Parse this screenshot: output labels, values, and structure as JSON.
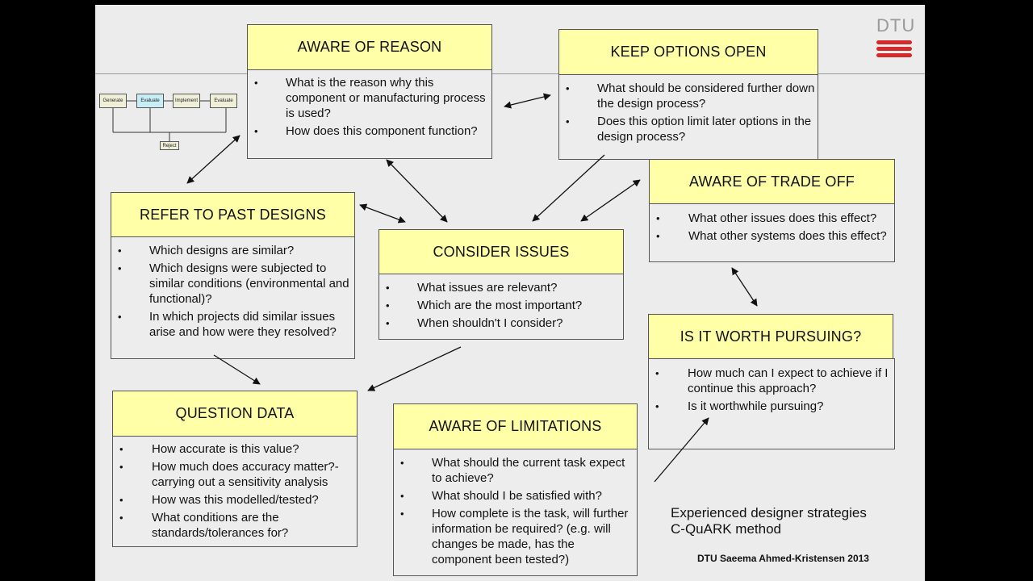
{
  "logo": {
    "text": "DTU"
  },
  "flow": {
    "steps": [
      "Generate",
      "Evaluate",
      "Implement",
      "Evaluate"
    ],
    "reject": "Reject"
  },
  "boxes": {
    "aware_reason": {
      "title": "AWARE OF REASON",
      "items": [
        "What is the reason why this component or manufacturing process is used?",
        "How does this component function?"
      ]
    },
    "keep_options": {
      "title": "KEEP OPTIONS OPEN",
      "items": [
        "What should be considered further down the design process?",
        "Does this option limit later options in the design process?"
      ]
    },
    "trade_off": {
      "title": "AWARE OF TRADE OFF",
      "items": [
        "What other issues does this effect?",
        "What other systems does this effect?"
      ]
    },
    "past_designs": {
      "title": "REFER TO PAST DESIGNS",
      "items": [
        "Which designs are similar?",
        " Which designs were subjected to similar conditions (environmental and functional)?",
        "In which projects did similar issues arise and how were they resolved?"
      ]
    },
    "consider_issues": {
      "title": "CONSIDER ISSUES",
      "items": [
        "What issues are relevant?",
        "Which are the most important?",
        "When shouldn't I consider?"
      ]
    },
    "worth_pursuing": {
      "title": "IS IT WORTH PURSUING?",
      "items": [
        "How much can I expect to achieve if I continue this approach?",
        "Is it worthwhile pursuing?"
      ]
    },
    "question_data": {
      "title": "QUESTION DATA",
      "items": [
        "How accurate is this value?",
        "How much does accuracy matter?- carrying out a sensitivity analysis",
        "How was this modelled/tested?",
        "What conditions are the standards/tolerances for?"
      ]
    },
    "limitations": {
      "title": "AWARE OF LIMITATIONS",
      "items": [
        "What should the current task expect to achieve?",
        "What should I be satisfied with?",
        "How complete is the task, will further information be required? (e.g. will changes be made, has the component been tested?)"
      ]
    }
  },
  "caption": {
    "line1": "Experienced designer strategies",
    "line2": "C-QuARK method"
  },
  "credit": "DTU Saeema Ahmed-Kristensen 2013",
  "colors": {
    "header_fill": "#ffffa8",
    "slide_bg": "#ececec",
    "logo_red": "#d42a2a",
    "arrow": "#111111"
  }
}
